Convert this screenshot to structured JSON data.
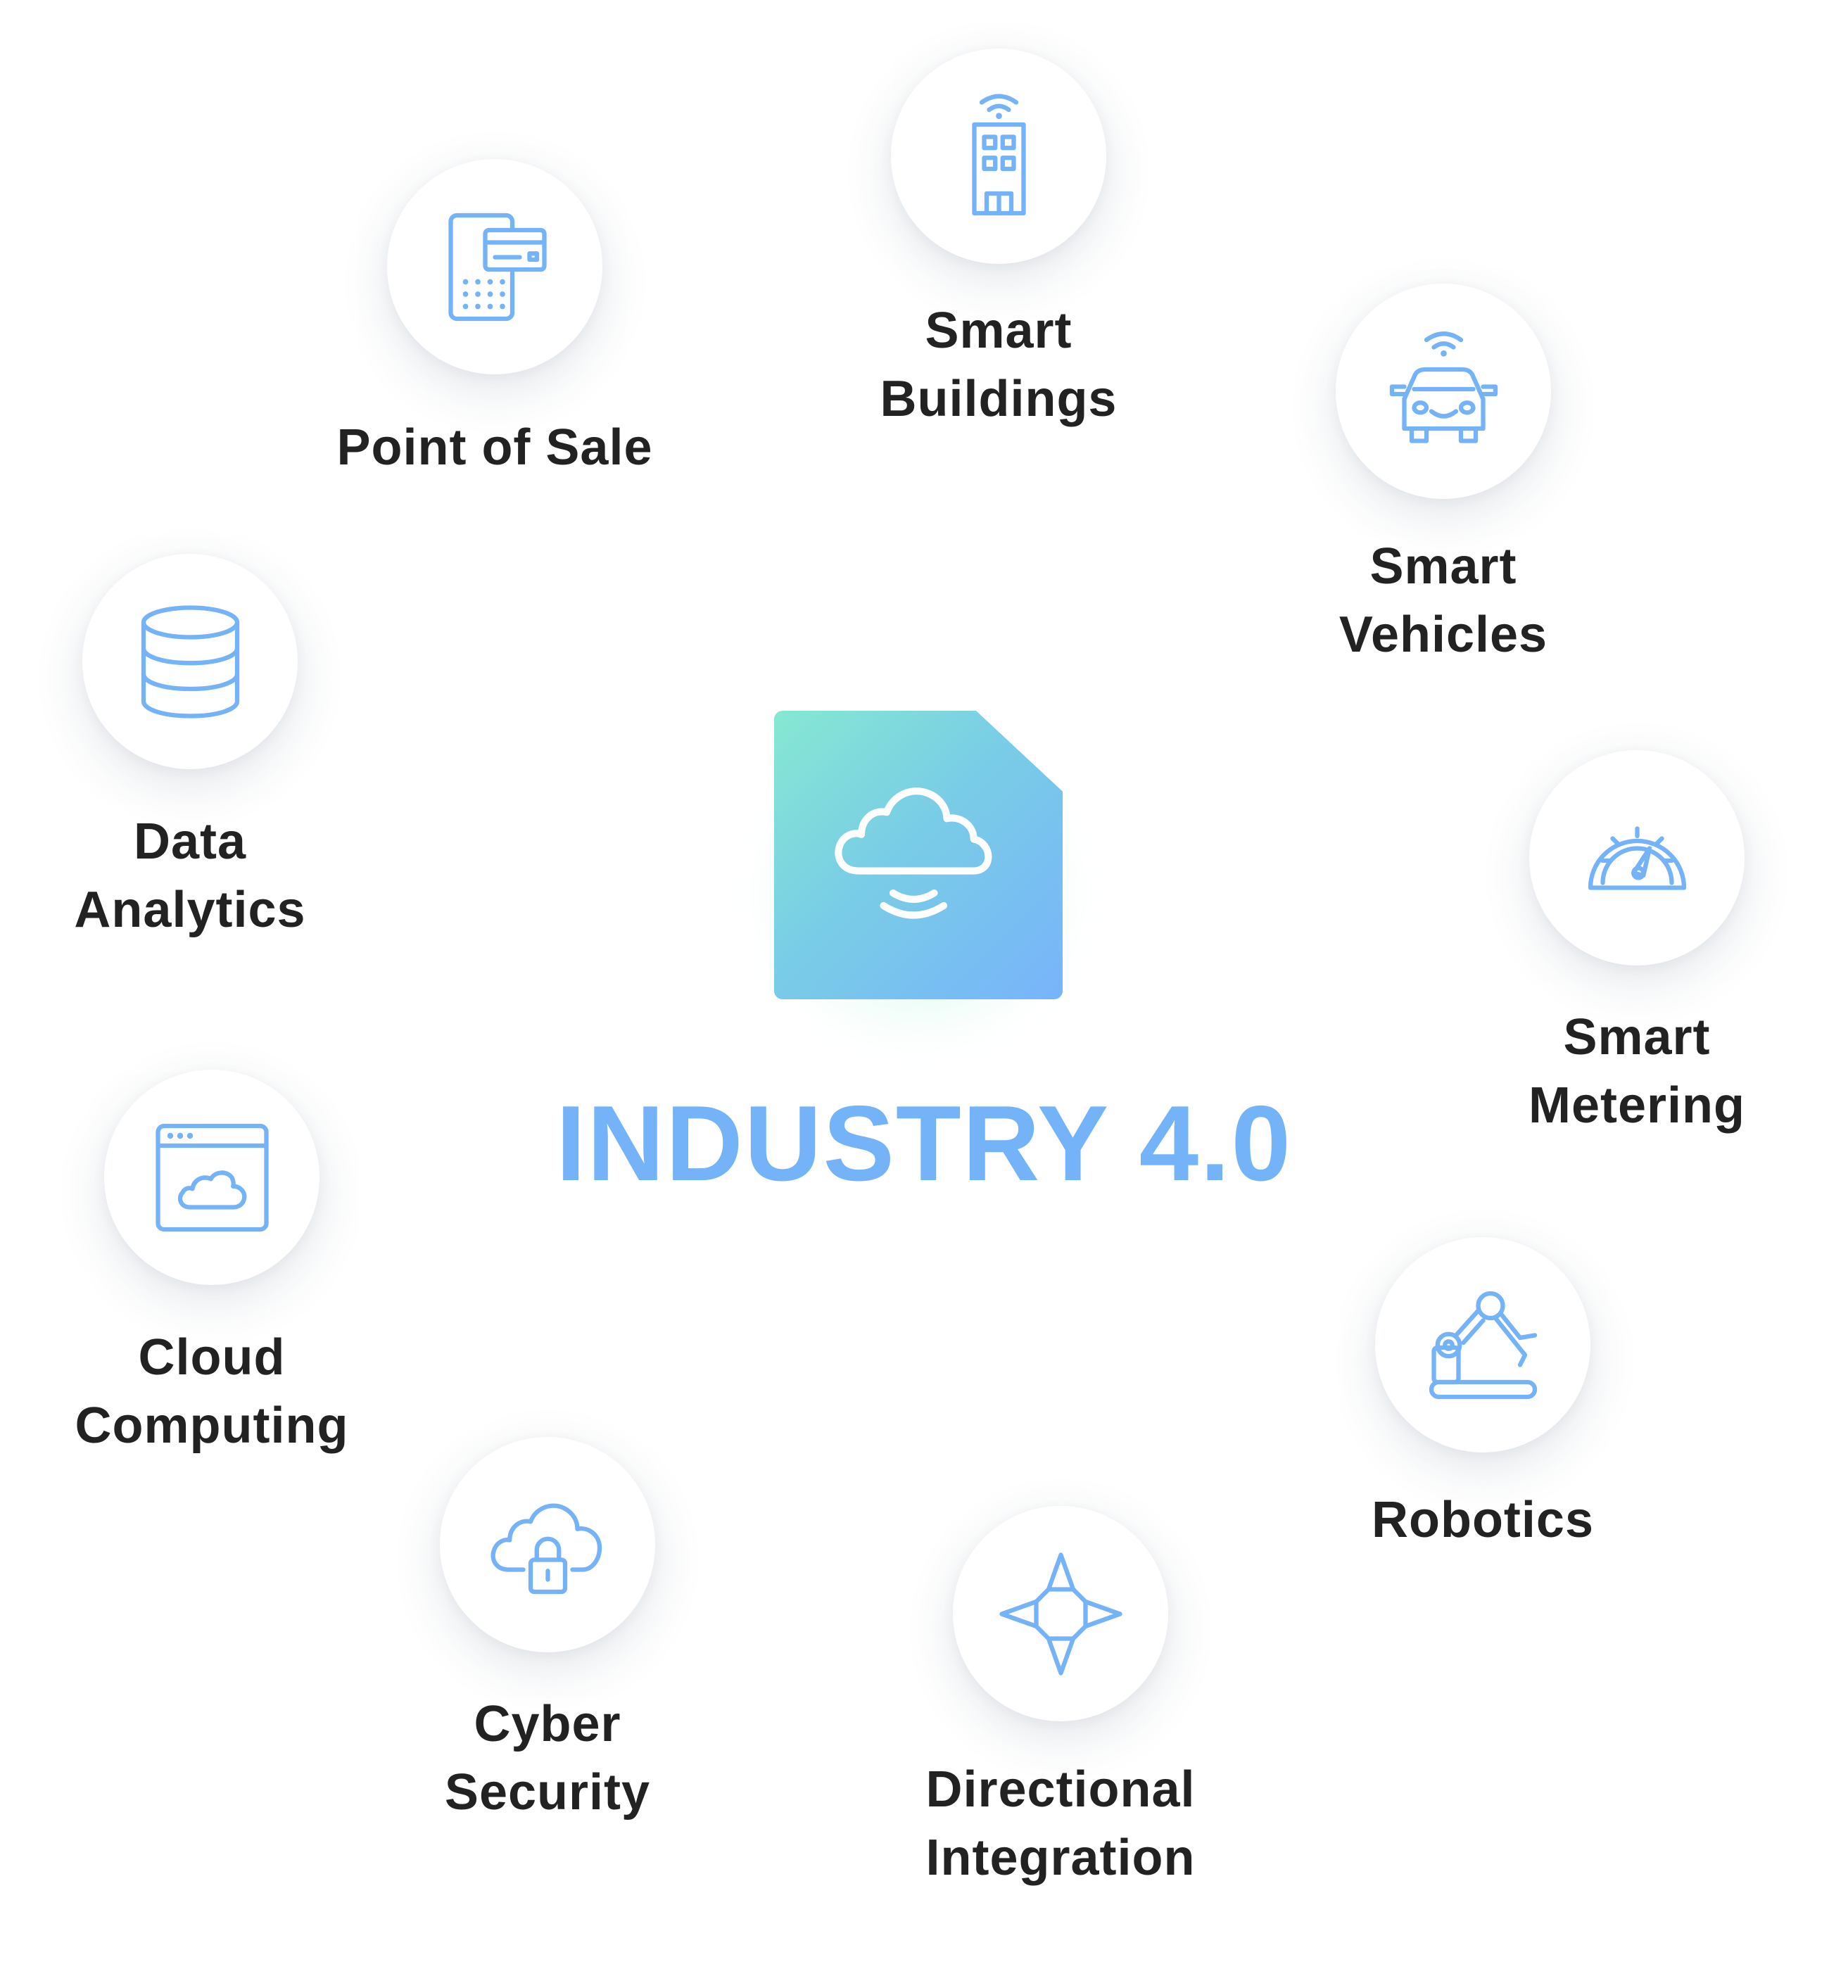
{
  "title": "INDUSTRY 4.0",
  "accent_color": "#74b3f7",
  "center_icon": "cloud-signal-icon",
  "nodes": [
    {
      "id": "point-of-sale",
      "lines": [
        "Point of Sale"
      ],
      "icon": "card-terminal-icon"
    },
    {
      "id": "smart-buildings",
      "lines": [
        "Smart",
        "Buildings"
      ],
      "icon": "building-wifi-icon"
    },
    {
      "id": "smart-vehicles",
      "lines": [
        "Smart",
        "Vehicles"
      ],
      "icon": "car-wifi-icon"
    },
    {
      "id": "smart-metering",
      "lines": [
        "Smart",
        "Metering"
      ],
      "icon": "gauge-icon"
    },
    {
      "id": "robotics",
      "lines": [
        "Robotics"
      ],
      "icon": "robot-arm-icon"
    },
    {
      "id": "directional-integration",
      "lines": [
        "Directional",
        "Integration"
      ],
      "icon": "compass-arrows-icon"
    },
    {
      "id": "cyber-security",
      "lines": [
        "Cyber",
        "Security"
      ],
      "icon": "cloud-lock-icon"
    },
    {
      "id": "cloud-computing",
      "lines": [
        "Cloud",
        "Computing"
      ],
      "icon": "browser-cloud-icon"
    },
    {
      "id": "data-analytics",
      "lines": [
        "Data",
        "Analytics"
      ],
      "icon": "database-icon"
    }
  ]
}
